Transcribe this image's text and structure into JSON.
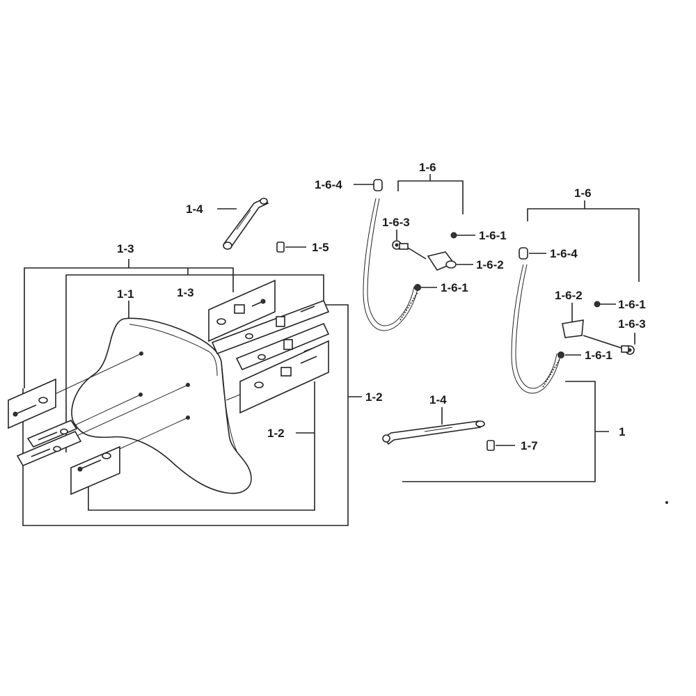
{
  "labels": {
    "assembly": "1",
    "seat": "1-1",
    "bracket_group": "1-2",
    "bracket_group_inner": "1-2",
    "plate_group": "1-3",
    "plate_group_inner": "1-3",
    "stay_top": "1-4",
    "stay_bottom": "1-4",
    "nut_top": "1-5",
    "nut_bottom": "1-7",
    "lock_left": "1-6",
    "lock_right": "1-6",
    "lock_left_nut_a": "1-6-1",
    "lock_left_nut_b": "1-6-1",
    "lock_left_plate": "1-6-2",
    "lock_left_bolt": "1-6-3",
    "lock_left_cap": "1-6-4",
    "lock_right_nut_a": "1-6-1",
    "lock_right_nut_b": "1-6-1",
    "lock_right_plate": "1-6-2",
    "lock_right_bolt": "1-6-3",
    "lock_right_cap": "1-6-4"
  }
}
